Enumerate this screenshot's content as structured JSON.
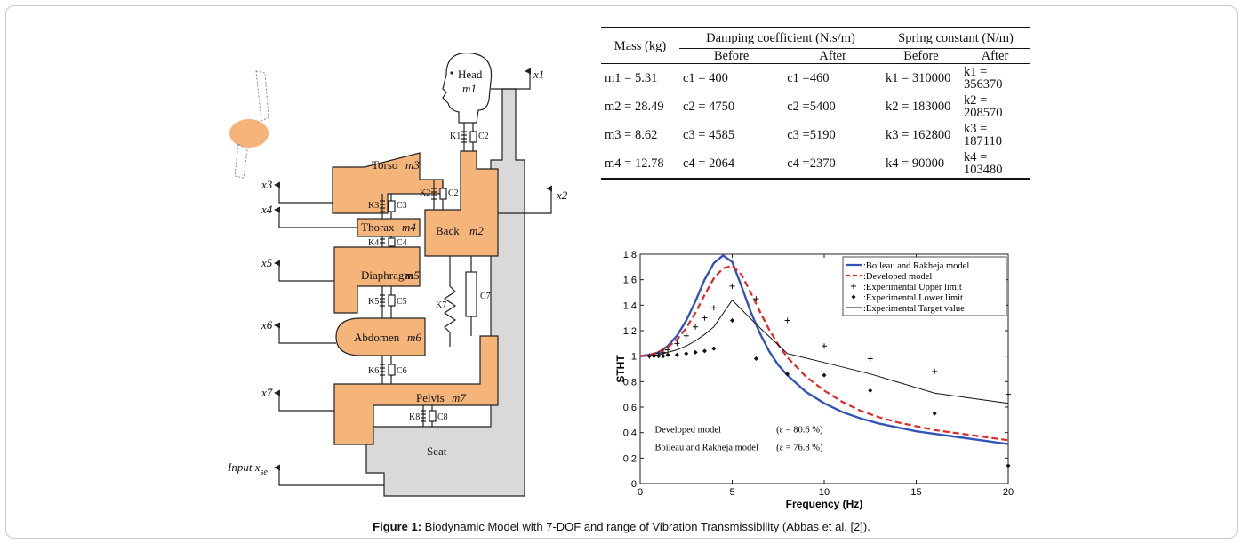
{
  "caption": {
    "label": "Figure 1:",
    "text": " Biodynamic Model with 7-DOF and range of Vibration Transmissibility (Abbas et al. [2])."
  },
  "diagram": {
    "x_labels": [
      "x1",
      "x2",
      "x3",
      "x4",
      "x5",
      "x6",
      "x7"
    ],
    "input_label": "Input x",
    "input_sub": "se",
    "segments": {
      "head": "Head",
      "head_mass": "m1",
      "torso": "Torso",
      "torso_mass": "m3",
      "back": "Back",
      "back_mass": "m2",
      "thorax": "Thorax",
      "thorax_mass": "m4",
      "diaphragm": "Diaphragm",
      "diaphragm_mass": "m5",
      "abdomen": "Abdomen",
      "abdomen_mass": "m6",
      "pelvis": "Pelvis",
      "pelvis_mass": "m7",
      "seat": "Seat"
    },
    "springs": [
      "K1",
      "K2",
      "K3",
      "K4",
      "K5",
      "K6",
      "K7",
      "K8"
    ],
    "dampers": [
      "C2",
      "C2",
      "C3",
      "C4",
      "C5",
      "C6",
      "C7",
      "C8"
    ],
    "colors": {
      "body": "#f5b47a",
      "seat": "#d9d9d9",
      "outline": "#222222"
    }
  },
  "table": {
    "headers": {
      "mass": "Mass (kg)",
      "damping": "Damping coefficient (N.s/m)",
      "spring": "Spring constant (N/m)",
      "before": "Before",
      "after": "After"
    },
    "rows": [
      {
        "mass": "m1 = 5.31",
        "c_before": "c1 = 400",
        "c_after": "c1 =460",
        "k_before": "k1 = 310000",
        "k_after": "k1 = 356370"
      },
      {
        "mass": "m2 = 28.49",
        "c_before": "c2 = 4750",
        "c_after": "c2 =5400",
        "k_before": "k2 = 183000",
        "k_after": "k2 = 208570"
      },
      {
        "mass": "m3 = 8.62",
        "c_before": "c3 = 4585",
        "c_after": "c3 =5190",
        "k_before": "k3 = 162800",
        "k_after": "k3 = 187110"
      },
      {
        "mass": "m4 = 12.78",
        "c_before": "c4 = 2064",
        "c_after": "c4 =2370",
        "k_before": "k4 = 90000",
        "k_after": "k4 = 103480"
      }
    ]
  },
  "chart_data": {
    "type": "line",
    "xlabel": "Frequency (Hz)",
    "ylabel": "STHT",
    "xlim": [
      0,
      20
    ],
    "ylim": [
      0,
      1.8
    ],
    "xticks": [
      0,
      5,
      10,
      15,
      20
    ],
    "yticks": [
      0,
      0.2,
      0.4,
      0.6,
      0.8,
      1,
      1.2,
      1.4,
      1.6,
      1.8
    ],
    "legend_position": "top-right",
    "series": [
      {
        "name": ":Boileau and Rakheja model",
        "style": "solid",
        "color": "#3355bb",
        "x": [
          0,
          0.5,
          1,
          1.5,
          2,
          2.5,
          3,
          3.5,
          4,
          4.5,
          5,
          5.5,
          6,
          6.5,
          7,
          7.5,
          8,
          9,
          10,
          11,
          12,
          13,
          14,
          15,
          16,
          17,
          18,
          19,
          20
        ],
        "y": [
          1.0,
          1.01,
          1.03,
          1.08,
          1.16,
          1.28,
          1.43,
          1.6,
          1.73,
          1.79,
          1.74,
          1.55,
          1.35,
          1.18,
          1.04,
          0.93,
          0.85,
          0.72,
          0.63,
          0.56,
          0.51,
          0.47,
          0.44,
          0.41,
          0.39,
          0.37,
          0.35,
          0.33,
          0.31
        ]
      },
      {
        "name": ":Developed model",
        "style": "dashed",
        "color": "#e32626",
        "x": [
          0,
          0.5,
          1,
          1.5,
          2,
          2.5,
          3,
          3.5,
          4,
          4.5,
          5,
          5.5,
          6,
          6.5,
          7,
          7.5,
          8,
          9,
          10,
          11,
          12,
          13,
          14,
          15,
          16,
          17,
          18,
          19,
          20
        ],
        "y": [
          1.0,
          1.01,
          1.03,
          1.07,
          1.13,
          1.22,
          1.34,
          1.48,
          1.61,
          1.69,
          1.71,
          1.64,
          1.5,
          1.35,
          1.21,
          1.09,
          0.99,
          0.84,
          0.73,
          0.64,
          0.57,
          0.52,
          0.48,
          0.45,
          0.42,
          0.4,
          0.38,
          0.36,
          0.34
        ]
      },
      {
        "name": ":Experimental Upper limit",
        "style": "plus",
        "color": "#111111",
        "x": [
          0.5,
          0.75,
          1,
          1.25,
          1.5,
          2,
          2.5,
          3,
          3.5,
          4,
          5,
          6.3,
          8,
          10,
          12.5,
          16,
          20
        ],
        "y": [
          1.0,
          1.01,
          1.02,
          1.03,
          1.05,
          1.1,
          1.16,
          1.23,
          1.3,
          1.38,
          1.55,
          1.45,
          1.28,
          1.08,
          0.98,
          0.88,
          0.7
        ]
      },
      {
        "name": ":Experimental Lower limit",
        "style": "diamond",
        "color": "#111111",
        "x": [
          0.5,
          0.75,
          1,
          1.25,
          1.5,
          2,
          2.5,
          3,
          3.5,
          4,
          5,
          6.3,
          8,
          10,
          12.5,
          16,
          20
        ],
        "y": [
          1.0,
          1.0,
          1.0,
          1.0,
          1.01,
          1.01,
          1.02,
          1.03,
          1.04,
          1.06,
          1.28,
          0.98,
          0.86,
          0.85,
          0.73,
          0.55,
          0.14
        ]
      },
      {
        "name": ":Experimental Target value",
        "style": "solid-thin",
        "color": "#111111",
        "x": [
          0,
          0.5,
          1,
          1.5,
          2,
          2.5,
          3,
          3.5,
          4,
          5,
          6.3,
          8,
          10,
          12.5,
          16,
          20
        ],
        "y": [
          1.0,
          1.0,
          1.01,
          1.03,
          1.05,
          1.08,
          1.12,
          1.17,
          1.23,
          1.44,
          1.25,
          1.02,
          0.95,
          0.86,
          0.71,
          0.63
        ]
      }
    ],
    "annotations": [
      {
        "text": "Developed model",
        "eps": "(ε = 80.6   %)"
      },
      {
        "text": "Boileau and Rakheja model",
        "eps": "(ε = 76.8   %)"
      }
    ]
  }
}
